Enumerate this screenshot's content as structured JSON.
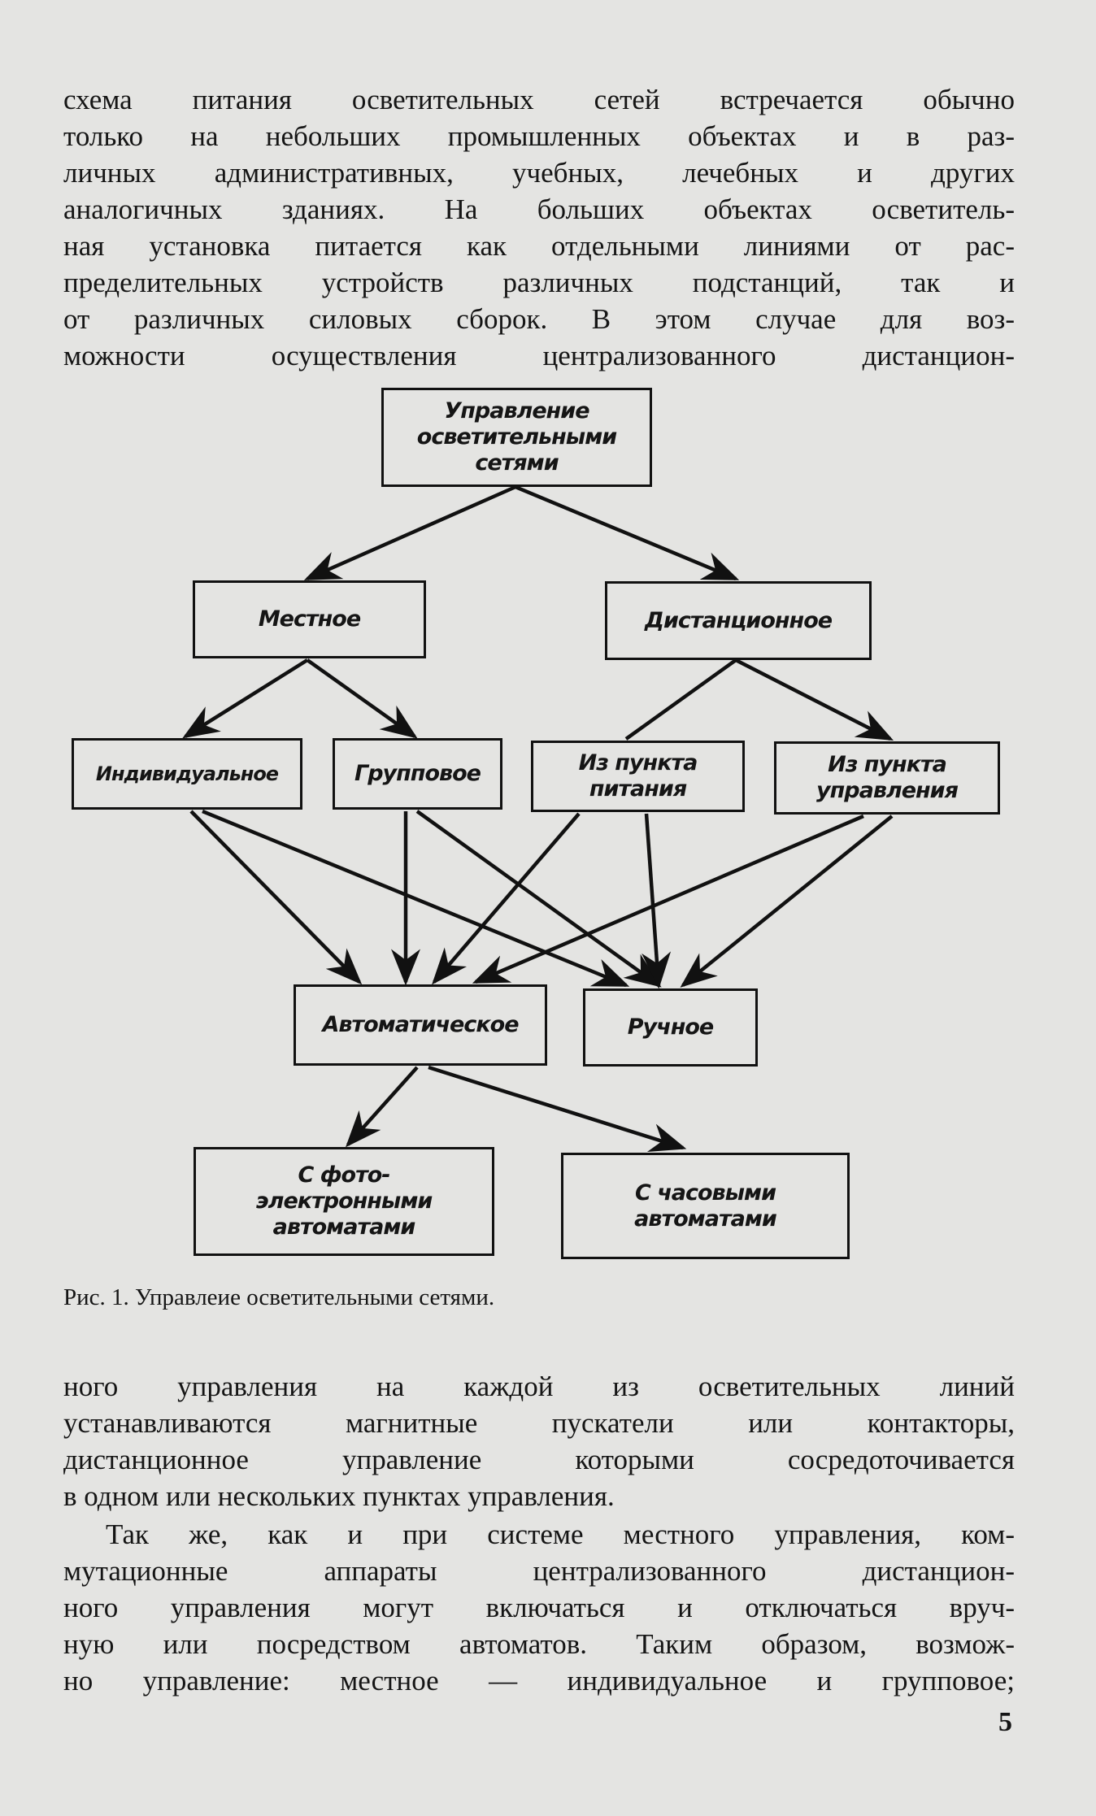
{
  "top_text": [
    "схема питания осветительных сетей встречается обычно",
    "только на небольших промышленных объектах и в раз-",
    "личных административных, учебных, лечебных и других",
    "аналогичных зданиях. На больших объектах осветитель-",
    "ная установка питается как отдельными линиями от рас-",
    "пределительных устройств различных подстанций, так и",
    "от различных силовых сборок. В этом случае для воз-",
    "можности осуществления централизованного дистанцион-"
  ],
  "diagram": {
    "root": "Управление\nосветительными\nсетями",
    "local": "Местное",
    "remote": "Дистанционное",
    "individual": "Индивидуальное",
    "group": "Групповое",
    "from_supply": "Из пункта\nпитания",
    "from_control": "Из пункта\nуправления",
    "automatic": "Автоматическое",
    "manual": "Ручное",
    "photoelectric": "С фото-\nэлектронными\nавтоматами",
    "timer": "С часовыми\nавтоматами"
  },
  "caption": "Рис. 1. Управлеие осветительными сетями.",
  "bottom_text": [
    "ного управления на каждой из осветительных линий",
    "устанавливаются магнитные пускатели или контакторы,",
    "дистанционное управление которыми сосредоточивается",
    "в одном или нескольких пунктах управления."
  ],
  "bottom_text_2": [
    "Так же, как и при системе местного управления, ком-",
    "мутационные аппараты централизованного дистанцион-",
    "ного управления могут включаться и отключаться вруч-",
    "ную или посредством автоматов. Таким образом, возмож-",
    "но управление: местное — индивидуальное и групповое;"
  ],
  "page_number": "5"
}
